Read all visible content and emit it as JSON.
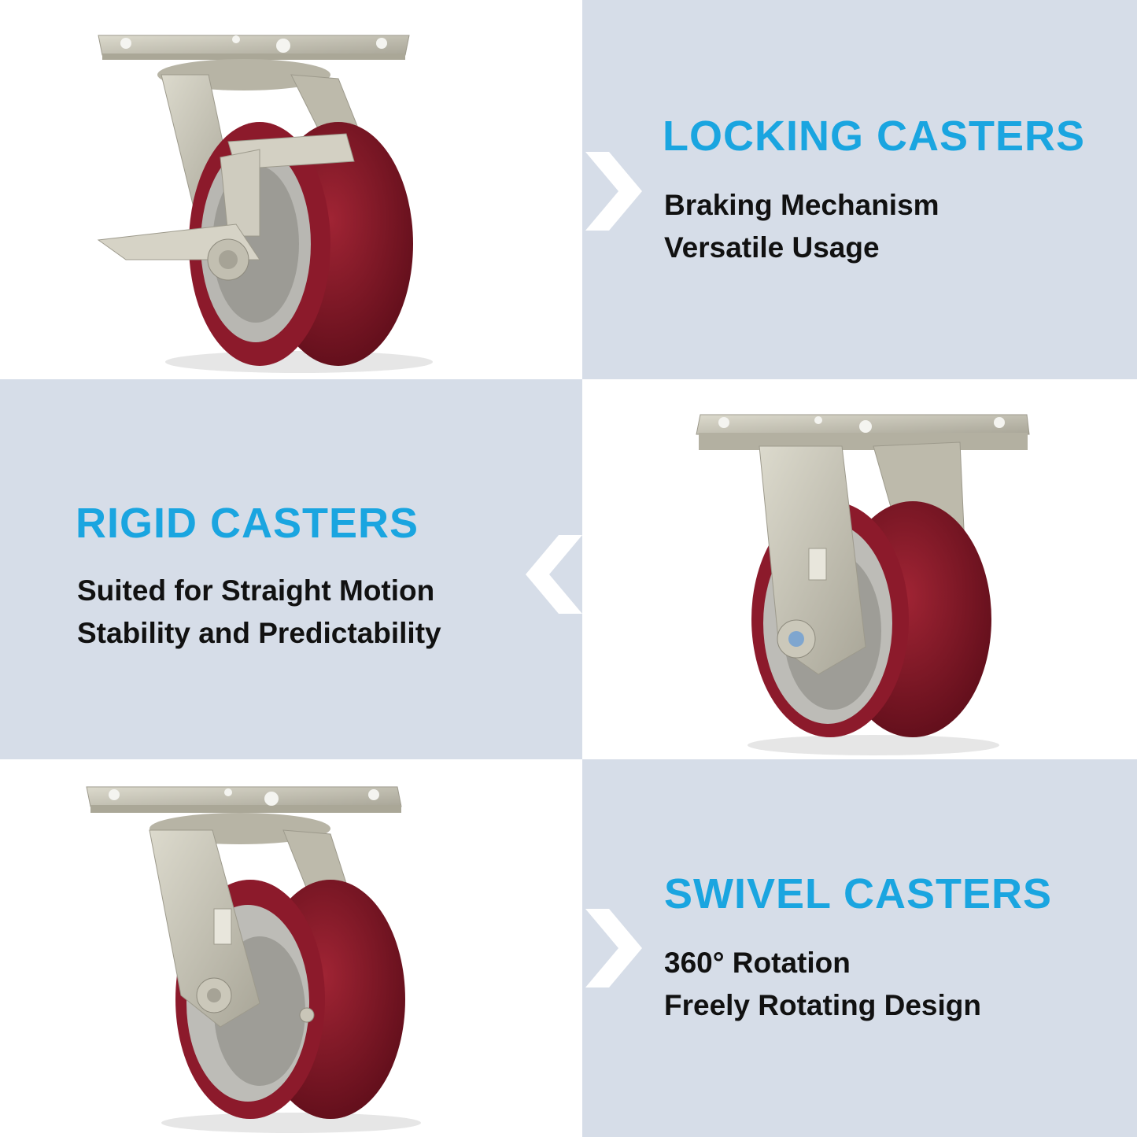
{
  "panels": {
    "locking": {
      "title": "LOCKING CASTERS",
      "lines": [
        "Braking Mechanism",
        "Versatile Usage"
      ]
    },
    "rigid": {
      "title": "RIGID CASTERS",
      "lines": [
        "Suited for Straight Motion",
        "Stability and Predictability"
      ]
    },
    "swivel": {
      "title": "SWIVEL CASTERS",
      "lines": [
        "360°  Rotation",
        "Freely Rotating Design"
      ]
    }
  },
  "colors": {
    "title_blue": "#1aa5e0",
    "panel_blue": "#d6dde8",
    "wheel_red": "#7a1424",
    "metal": "#c9c6b8"
  },
  "icons": {
    "locking_arrow": "chevron-right-icon",
    "rigid_arrow": "chevron-left-icon",
    "swivel_arrow": "chevron-right-icon"
  }
}
